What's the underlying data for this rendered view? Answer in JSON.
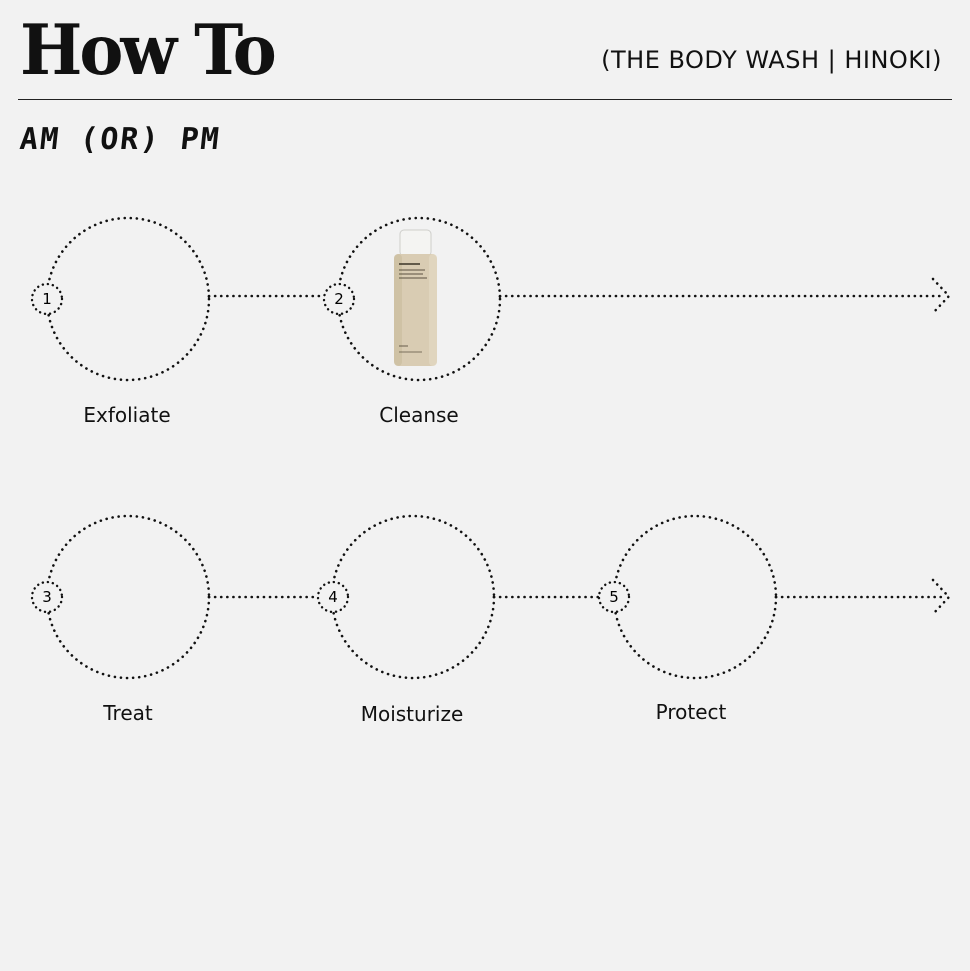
{
  "header": {
    "title": "How To",
    "product": "(THE BODY WASH | HINOKI)"
  },
  "routine": "AM (OR) PM",
  "steps": [
    {
      "number": "1",
      "label": "Exfoliate",
      "has_product": false
    },
    {
      "number": "2",
      "label": "Cleanse",
      "has_product": true
    },
    {
      "number": "3",
      "label": "Treat",
      "has_product": false
    },
    {
      "number": "4",
      "label": "Moisturize",
      "has_product": false
    },
    {
      "number": "5",
      "label": "Protect",
      "has_product": false
    }
  ],
  "colors": {
    "background": "#f2f2f2",
    "ink": "#111111",
    "bottle": "#d9ccb3",
    "cap": "#f4f4f2"
  }
}
